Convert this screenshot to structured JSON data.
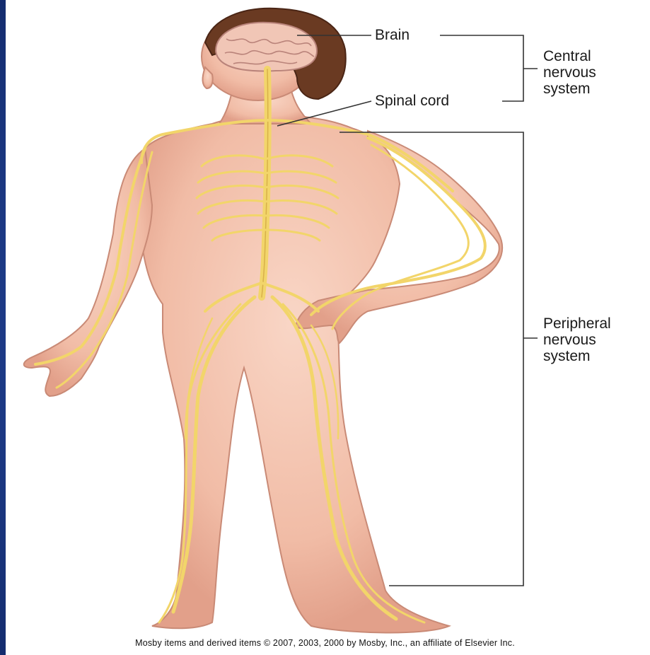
{
  "labels": {
    "brain": "Brain",
    "spinal_cord": "Spinal cord",
    "cns_line1": "Central",
    "cns_line2": "nervous",
    "cns_line3": "system",
    "pns_line1": "Peripheral",
    "pns_line2": "nervous",
    "pns_line3": "system"
  },
  "caption": "Mosby items and derived items © 2007, 2003, 2000 by Mosby, Inc., an affiliate of Elsevier Inc.",
  "colors": {
    "background_blue": "#1f3f8a",
    "skin": "#f4c4b0",
    "nerve": "#f2d56a",
    "hair": "#6a3a22",
    "brain": "#f1c6b6"
  }
}
